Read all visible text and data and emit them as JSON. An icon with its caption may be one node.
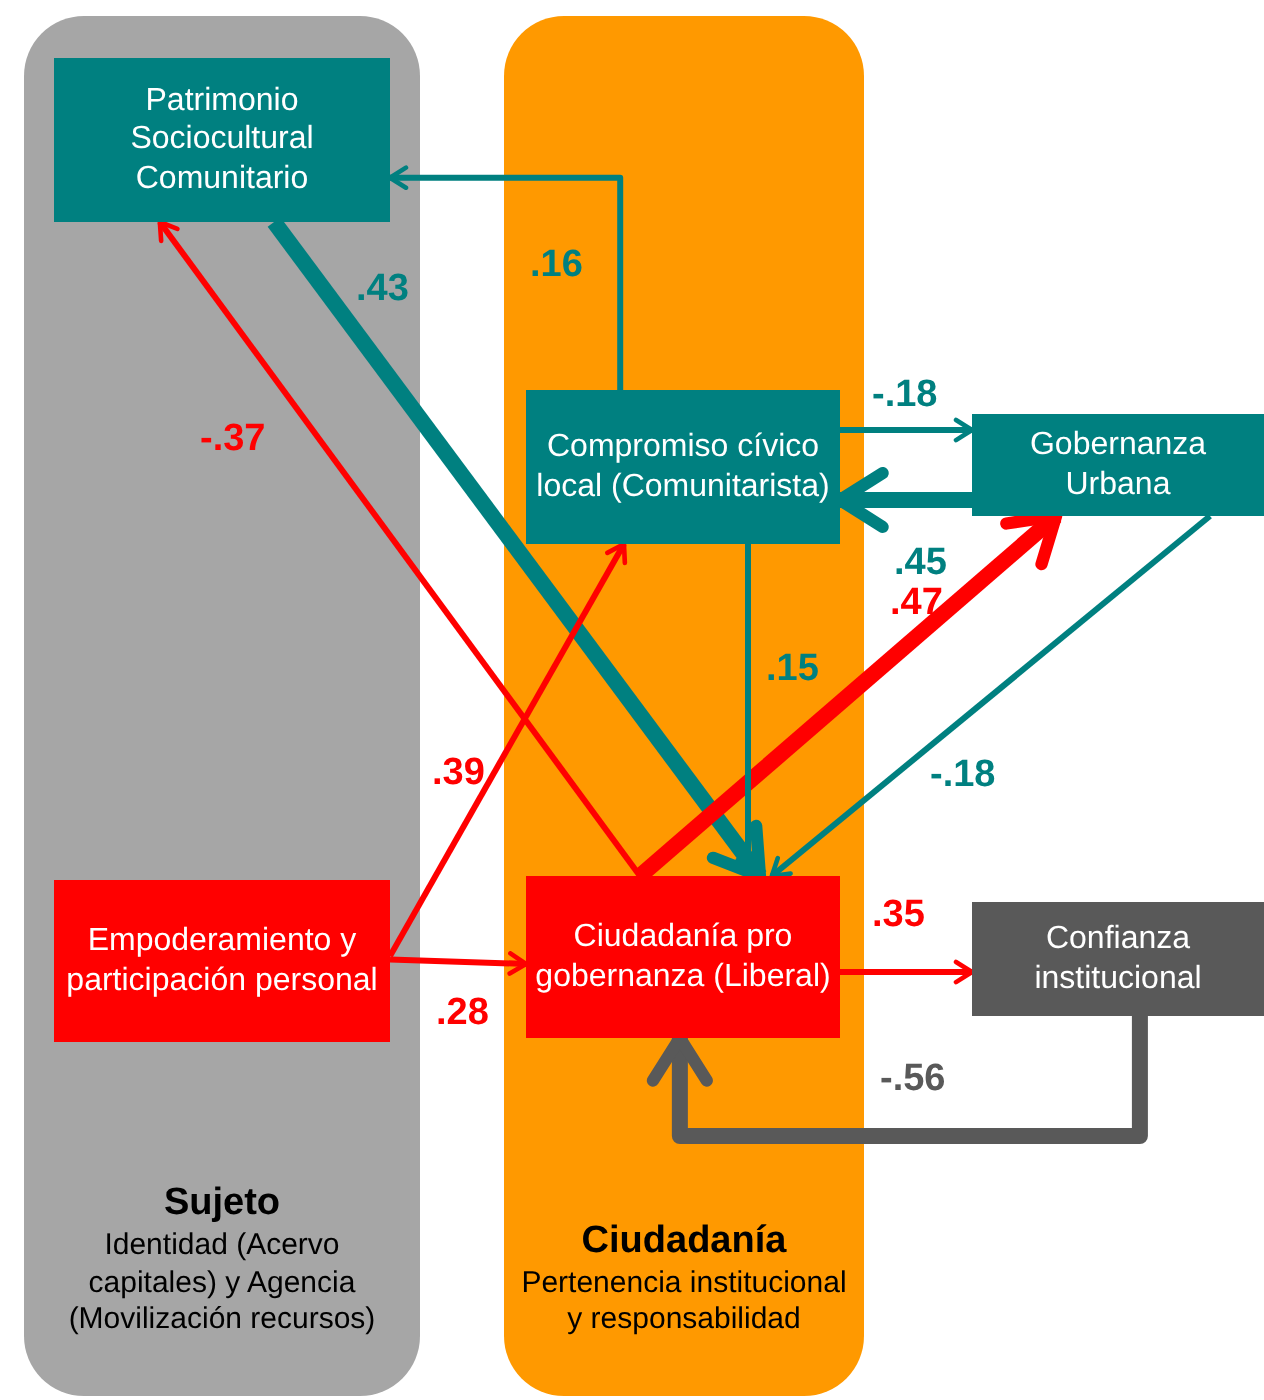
{
  "diagram": {
    "nodes": [
      {
        "text": [
          "Sujeto",
          "Identidad (Acervo capitales) y Agencia (Movilización recursos)"
        ]
      },
      {
        "text": [
          "Patrimonio Sociocultural Comunitario"
        ],
        "in": 0
      },
      {
        "text": [
          "Empoderamiento y participación personal"
        ],
        "in": 0
      },
      {
        "text": [
          "Ciudadanía",
          "Pertenencia institucional y responsabilidad"
        ]
      },
      {
        "text": [
          "Compromiso cívico local (Comunitarista)"
        ],
        "in": 3
      },
      {
        "text": [
          "Ciudadanía pro gobernanza (Liberal)"
        ],
        "in": 3
      },
      {
        "text": [
          "Gobernanza Urbana"
        ]
      },
      {
        "text": [
          "Confianza institucional"
        ]
      }
    ],
    "edges": [
      {
        "from": 4,
        "to": 1,
        "arrow": "to",
        "label": ".16"
      },
      {
        "from": 1,
        "to": 5,
        "arrow": "to",
        "label": ".43",
        "style": "thick"
      },
      {
        "from": 5,
        "to": 1,
        "arrow": "to",
        "label": "-.37",
        "color": "#ff0000"
      },
      {
        "from": 4,
        "to": 6,
        "arrow": "to",
        "label": "-.18"
      },
      {
        "from": 6,
        "to": 4,
        "arrow": "to",
        "label": ".45",
        "style": "thick"
      },
      {
        "from": 5,
        "to": 6,
        "arrow": "to",
        "label": ".47",
        "style": "thick",
        "color": "#ff0000"
      },
      {
        "from": 4,
        "to": 5,
        "arrow": "to",
        "label": ".15"
      },
      {
        "from": 2,
        "to": 4,
        "arrow": "to",
        "label": ".39",
        "color": "#ff0000"
      },
      {
        "from": 6,
        "to": 5,
        "arrow": "to",
        "label": "-.18"
      },
      {
        "from": 2,
        "to": 5,
        "arrow": "to",
        "label": ".28",
        "color": "#ff0000"
      },
      {
        "from": 5,
        "to": 7,
        "arrow": "to",
        "label": ".35",
        "color": "#ff0000"
      },
      {
        "from": 7,
        "to": 5,
        "arrow": "to",
        "label": "-.56",
        "style": "thick",
        "color": "#595959"
      }
    ]
  }
}
